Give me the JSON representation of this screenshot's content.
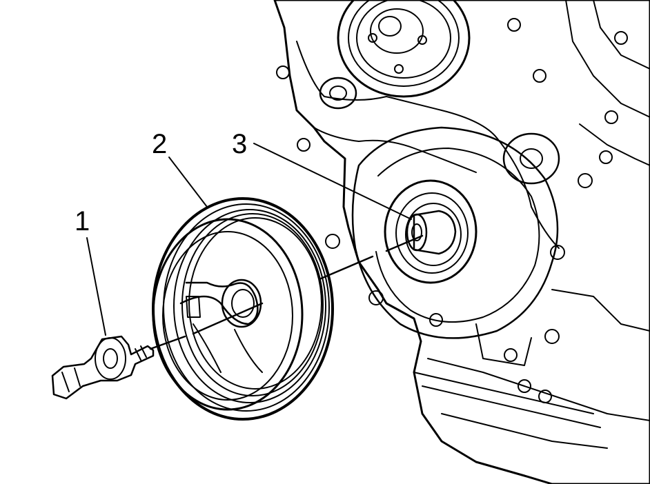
{
  "callouts": [
    {
      "id": "1",
      "label": "1"
    },
    {
      "id": "2",
      "label": "2"
    },
    {
      "id": "3",
      "label": "3"
    }
  ],
  "colors": {
    "line": "#000000",
    "background": "#ffffff",
    "bolt_shading": "#9a9a9a"
  }
}
